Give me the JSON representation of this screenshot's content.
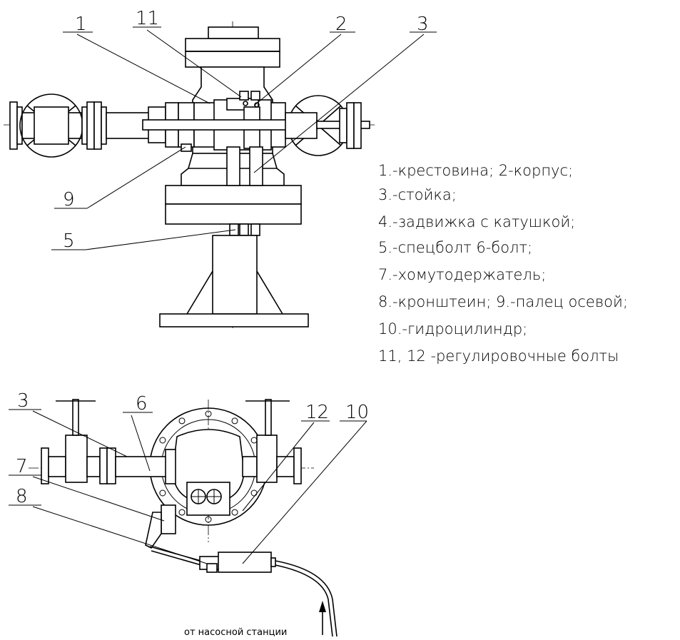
{
  "callouts_top": {
    "c1": "1",
    "c11": "11",
    "c2": "2",
    "c3": "3",
    "c9": "9",
    "c5": "5"
  },
  "callouts_bottom": {
    "c3": "3",
    "c6": "6",
    "c12": "12",
    "c10": "10",
    "c7": "7",
    "c8": "8"
  },
  "legend": [
    "1.-крестовина; 2-корпус;",
    "3.-стойка;",
    "4.-задвижка с катушкой;",
    "5.-спецболт 6-болт;",
    "7.-хомутодержатель;",
    "8.-кронштеин; 9.-палец осевой;",
    "10.-гидроцилиндр;",
    "11, 12 -регулировочные болты"
  ],
  "flow_note": "от насосной станции"
}
